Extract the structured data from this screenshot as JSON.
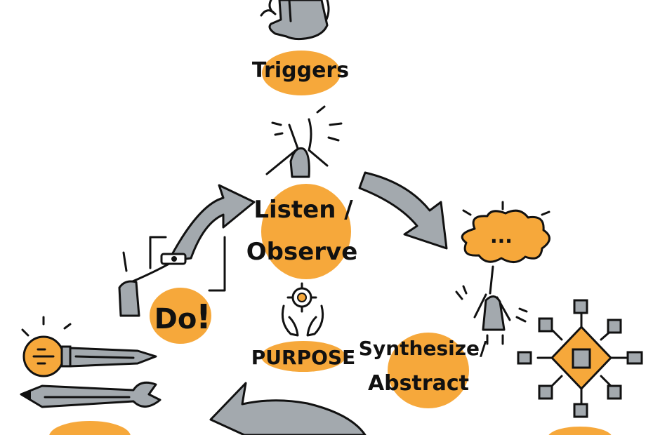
{
  "colors": {
    "accent": "#F6A83B",
    "arrow_gray": "#A3A9AE",
    "ink": "#111111"
  },
  "labels": {
    "triggers": "Triggers",
    "listen_line1": "Listen /",
    "listen_line2": "Observe",
    "do": "Do",
    "do_mark": "!",
    "purpose": "PURPOSE",
    "synth_line1": "Synthesize/",
    "synth_line2": "Abstract",
    "thought": "..."
  },
  "icons": [
    "pointing-hand-icon",
    "pointing-person-icon",
    "thought-cloud-icon",
    "thinking-person-icon",
    "target-hands-icon",
    "hand-with-camera-icon",
    "lightbulb-pencil-icon",
    "wrench-pencil-icon",
    "network-diamond-icon"
  ]
}
